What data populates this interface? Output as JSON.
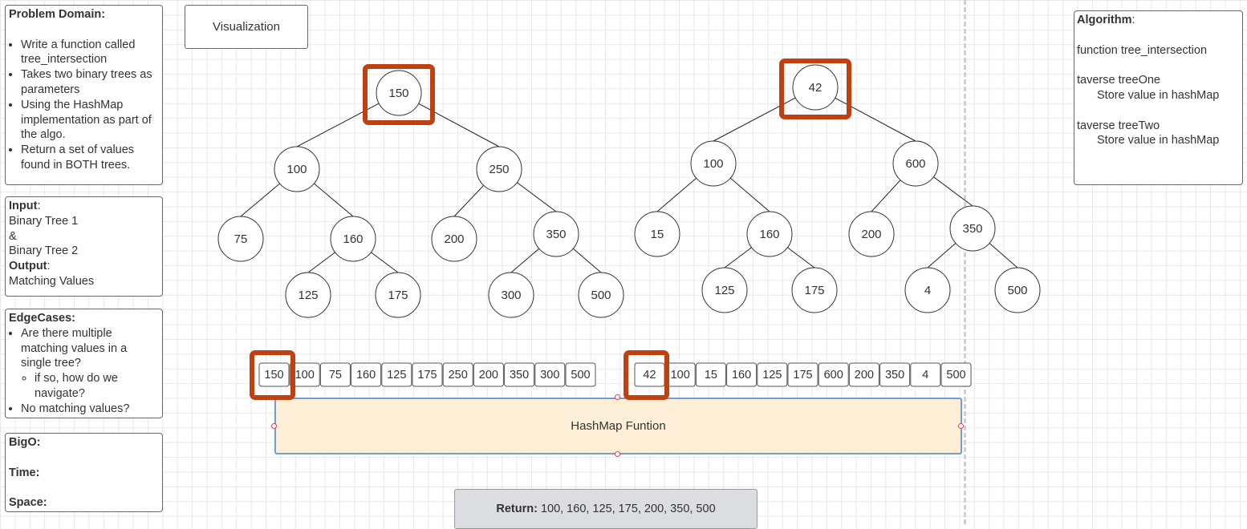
{
  "problem_domain": {
    "title": "Problem Domain:",
    "bullets": [
      "Write a function called tree_intersection",
      "Takes two binary trees as parameters",
      "Using the HashMap implementation as part of the algo.",
      "Return a set of values found in BOTH trees."
    ]
  },
  "io": {
    "input_label": "Input",
    "input_line1": "Binary Tree 1",
    "amp": "&",
    "input_line2": "Binary Tree 2",
    "output_label": "Output",
    "output_value": "Matching Values"
  },
  "edge_cases": {
    "title": "EdgeCases:",
    "item1": "Are there multiple matching values in a single tree?",
    "sub1": "if so, how do we navigate?",
    "item2": "No matching values?"
  },
  "bigo": {
    "title": "BigO:",
    "time": "Time:",
    "space": "Space:"
  },
  "visualization_label": "Visualization",
  "algorithm": {
    "title": "Algorithm",
    "line1": "function tree_intersection",
    "line2": "taverse treeOne",
    "line3": "Store value in hashMap",
    "line4": "taverse treeTwo",
    "line5": "Store value in hashMap"
  },
  "tree_one": [
    "150",
    "100",
    "250",
    "75",
    "160",
    "200",
    "350",
    "125",
    "175",
    "300",
    "500"
  ],
  "tree_two": [
    "42",
    "100",
    "600",
    "15",
    "160",
    "200",
    "350",
    "125",
    "175",
    "4",
    "500"
  ],
  "array_one": [
    "150",
    "100",
    "75",
    "160",
    "125",
    "175",
    "250",
    "200",
    "350",
    "300",
    "500"
  ],
  "array_two": [
    "42",
    "100",
    "15",
    "160",
    "125",
    "175",
    "600",
    "200",
    "350",
    "4",
    "500"
  ],
  "hashmap_label": "HashMap Funtion",
  "return_label": "Return:",
  "return_value": "100, 160, 125, 175, 200, 350, 500",
  "colors": {
    "highlight": "#c0400f",
    "hashmap_fill": "#fdefd5",
    "hashmap_border": "#6f9ed8"
  }
}
